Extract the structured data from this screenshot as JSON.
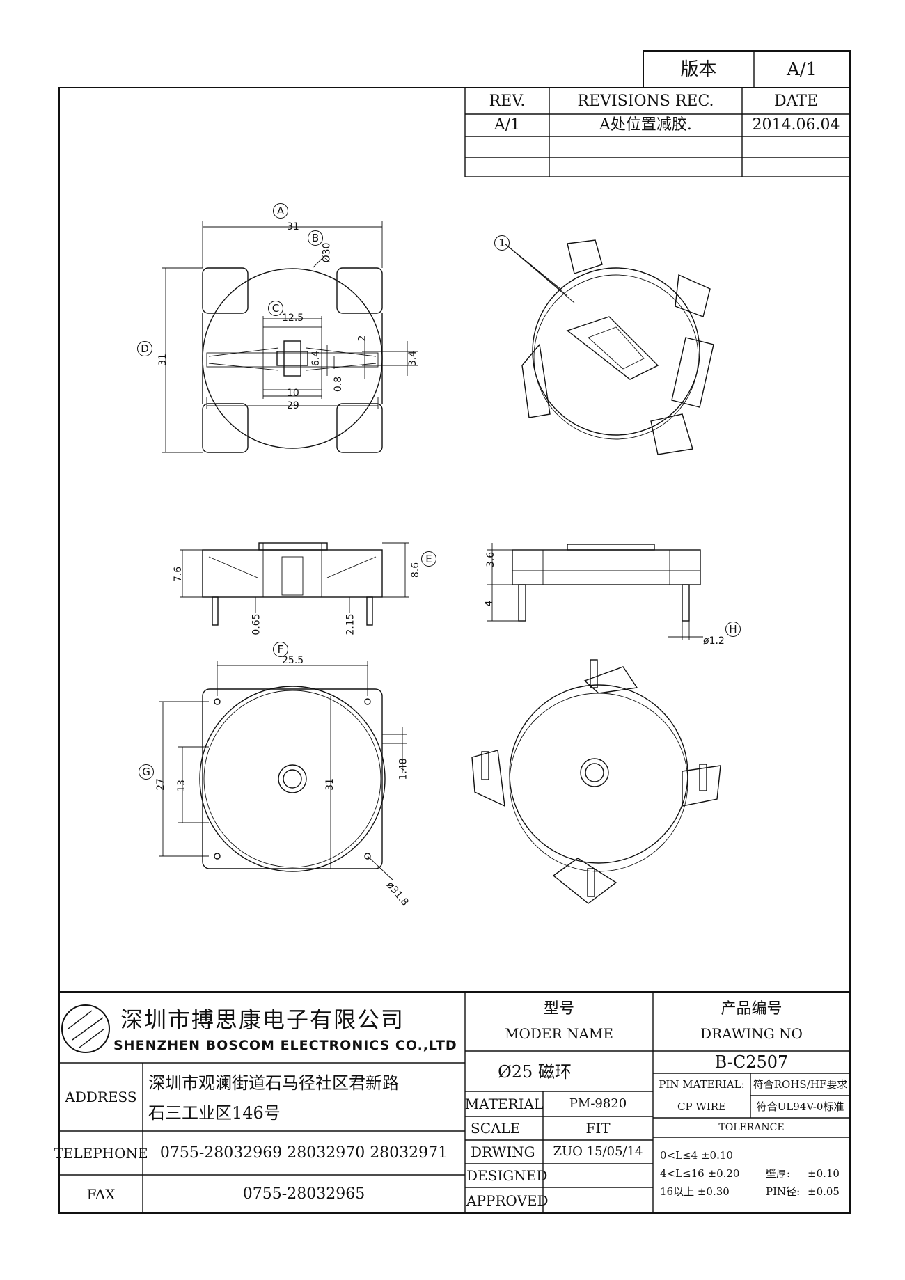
{
  "version_box": {
    "label": "版本",
    "value": "A/1"
  },
  "revision_table": {
    "headers": [
      "REV.",
      "REVISIONS REC.",
      "DATE"
    ],
    "rows": [
      [
        "A/1",
        "A处位置减胶.",
        "2014.06.04"
      ],
      [
        "",
        "",
        ""
      ],
      [
        "",
        "",
        ""
      ]
    ]
  },
  "top_view": {
    "dim_a": "31",
    "dim_b": "Ø30",
    "dim_c": "12.5",
    "dim_d": "31",
    "dim_2": "2",
    "dim_6_4": "6.4",
    "dim_3_4": "3.4",
    "dim_0_8": "0.8",
    "dim_10": "10",
    "dim_29": "29"
  },
  "side_view": {
    "dim_7_6": "7.6",
    "dim_8_6": "8.6",
    "dim_0_65": "0.65",
    "dim_2_15": "2.15"
  },
  "side_view_right": {
    "dim_3_6": "3.6",
    "dim_4": "4",
    "dim_pin": "ø1.2"
  },
  "bottom_view": {
    "dim_25_5": "25.5",
    "dim_27": "27",
    "dim_13": "13",
    "dim_31": "31",
    "dim_1_48": "1.48",
    "dim_31_8": "ø31.8"
  },
  "callouts": {
    "A": "A",
    "B": "B",
    "C": "C",
    "D": "D",
    "E": "E",
    "F": "F",
    "G": "G",
    "H": "H",
    "one": "1"
  },
  "title_block": {
    "company_cn": "深圳市搏思康电子有限公司",
    "company_en": "SHENZHEN BOSCOM ELECTRONICS CO.,LTD",
    "address_label": "ADDRESS",
    "address_line1": "深圳市观澜街道石马径社区君新路",
    "address_line2": "石三工业区146号",
    "telephone_label": "TELEPHONE",
    "telephone": "0755-28032969 28032970 28032971",
    "fax_label": "FAX",
    "fax": "0755-28032965",
    "model_label_cn": "型号",
    "model_label_en": "MODER NAME",
    "model_value": "Ø25 磁环",
    "drawing_label_cn": "产品编号",
    "drawing_label_en": "DRAWING NO",
    "drawing_value": "B-C2507",
    "material_label": "MATERIAL",
    "material_value": "PM-9820",
    "scale_label": "SCALE",
    "scale_value": "FIT",
    "drwing_label": "DRWING",
    "drwing_value": "ZUO 15/05/14",
    "designed_label": "DESIGNED",
    "approved_label": "APPROVED",
    "pin_material_label": "PIN MATERIAL:",
    "pin_material_value": "符合ROHS/HF要求",
    "cp_wire_label": "CP WIRE",
    "cp_wire_value": "符合UL94V-0标准",
    "tolerance_label": "TOLERANCE",
    "tol_1": "0<L≤4  ±0.10",
    "tol_2": "4<L≤16  ±0.20",
    "tol_3": "16以上    ±0.30",
    "wall_label": "壁厚:",
    "wall_value": "±0.10",
    "pin_label": "PIN径:",
    "pin_value": "±0.05"
  }
}
